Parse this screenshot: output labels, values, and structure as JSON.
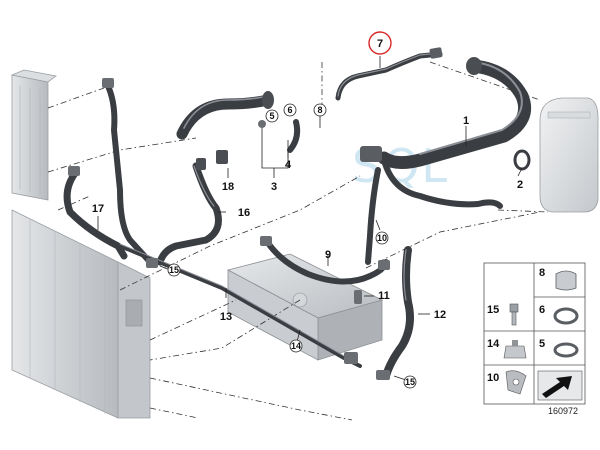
{
  "diagram": {
    "id": "160972",
    "watermark": "SQL",
    "callouts": [
      "1",
      "2",
      "3",
      "4",
      "5",
      "6",
      "7",
      "8",
      "9",
      "10",
      "11",
      "12",
      "13",
      "14",
      "15",
      "15",
      "16",
      "17",
      "18"
    ],
    "legend": [
      "8",
      "15",
      "6",
      "14",
      "5",
      "10"
    ],
    "highlight_color": "#d62828"
  }
}
